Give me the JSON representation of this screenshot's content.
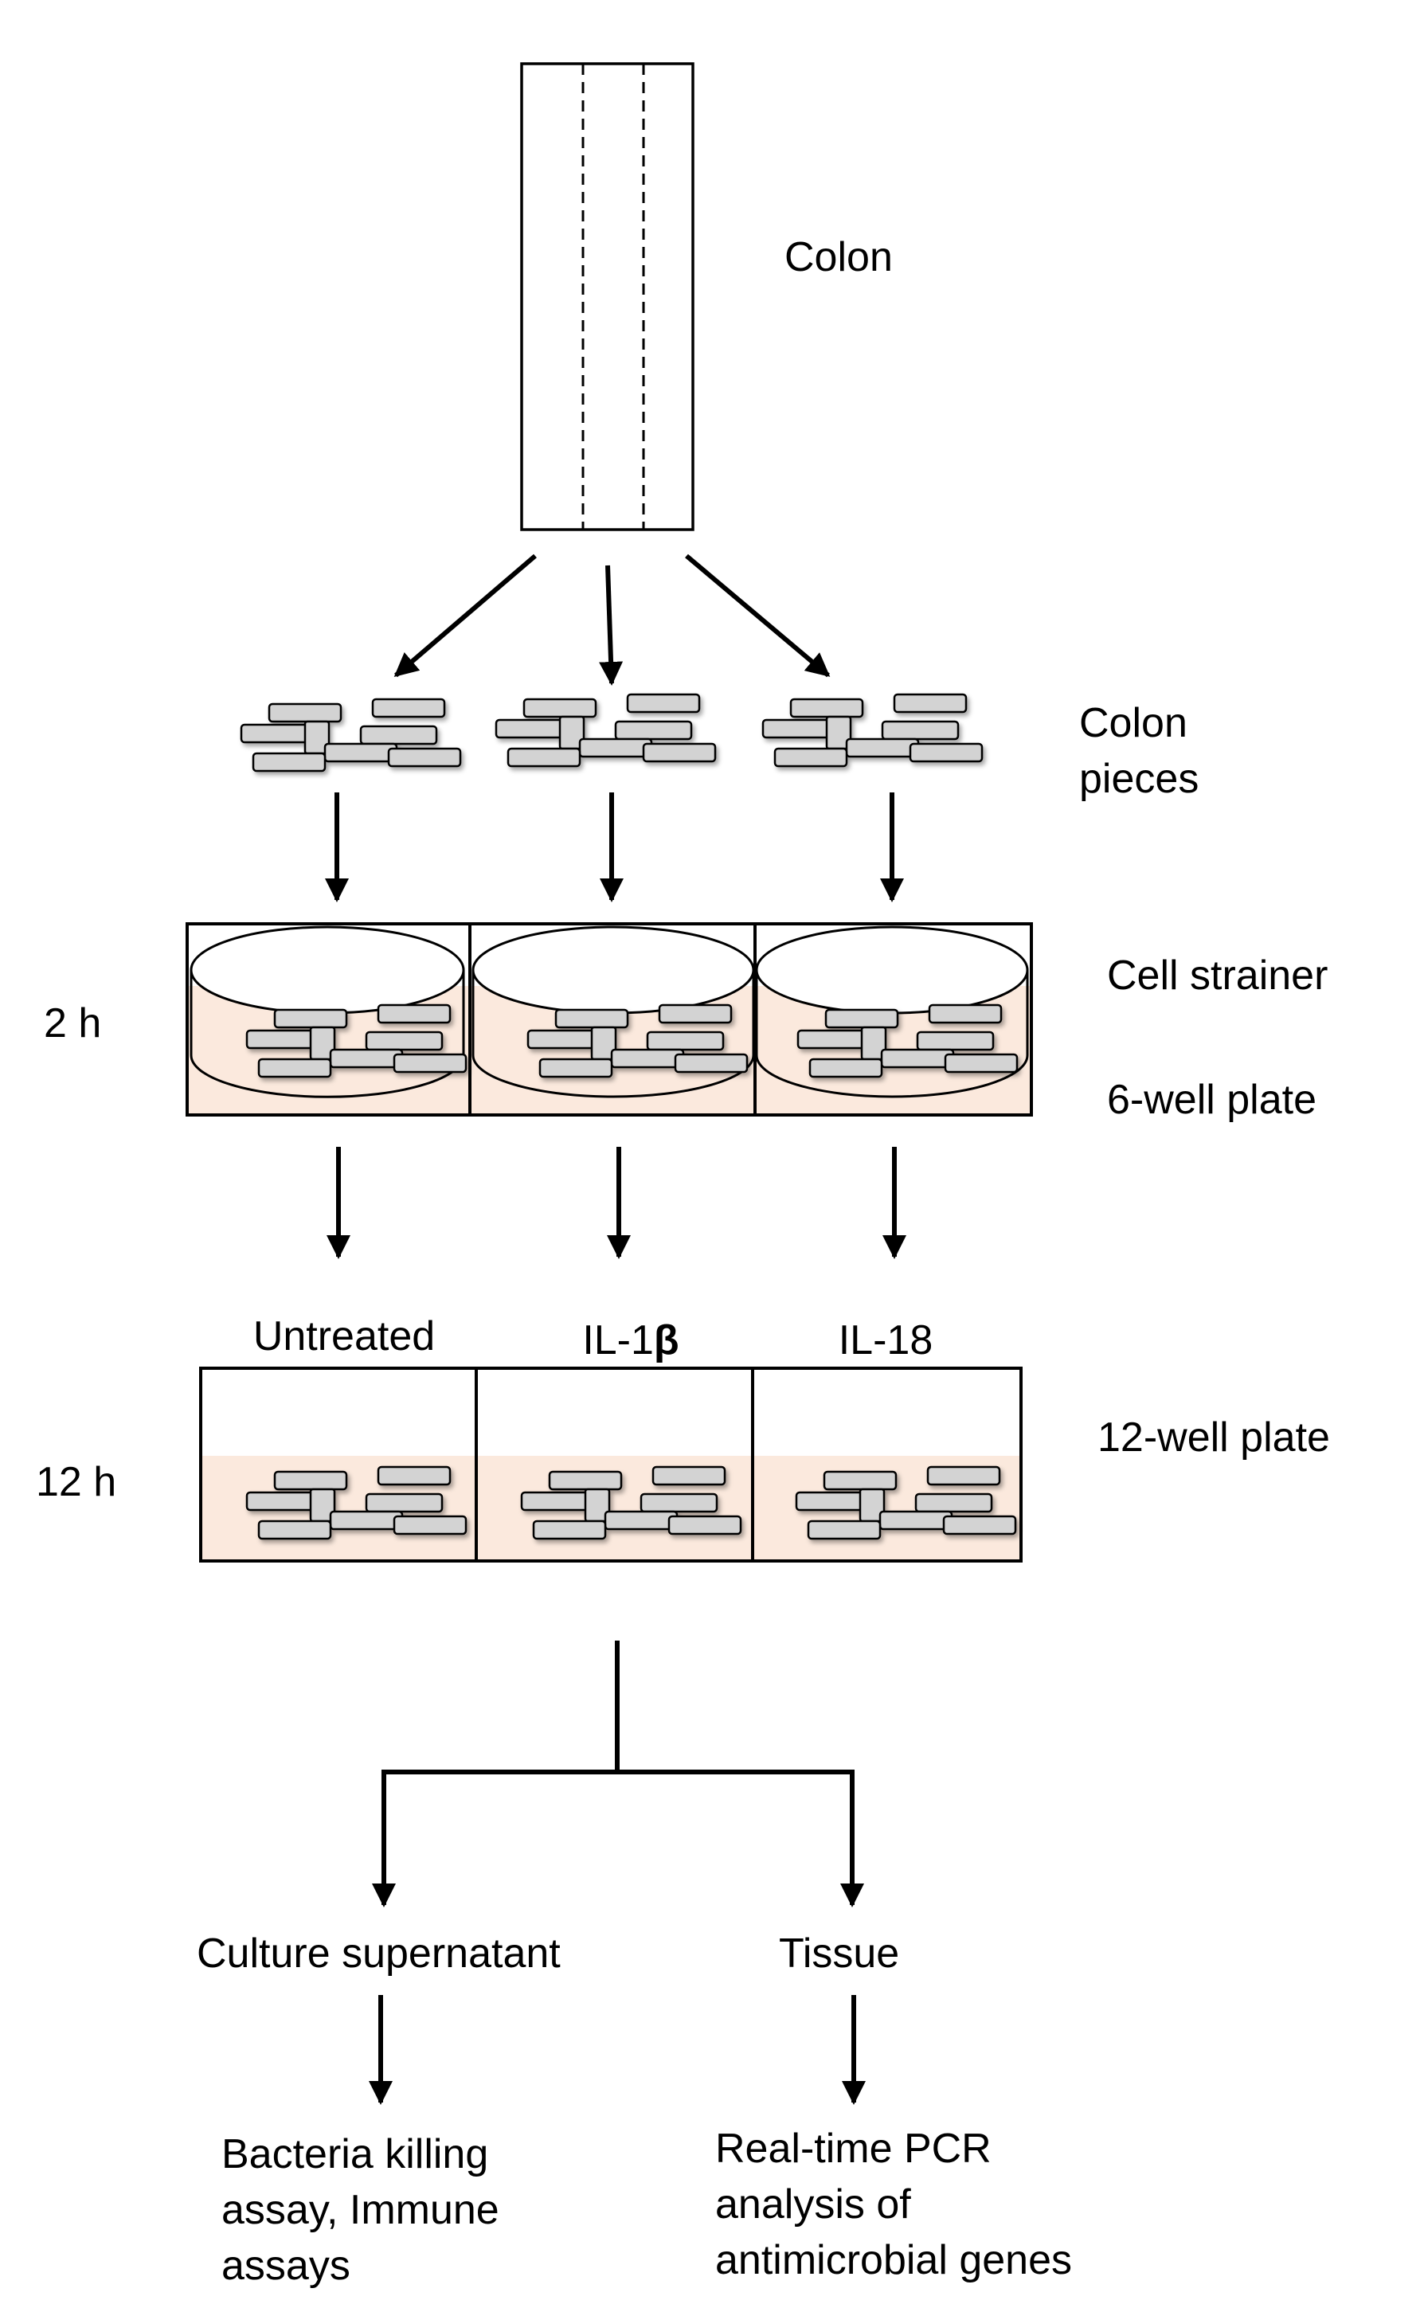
{
  "labels": {
    "colon": "Colon",
    "colon_pieces_line1": "Colon",
    "colon_pieces_line2": "pieces",
    "cell_strainer": "Cell strainer",
    "six_well_plate": "6-well plate",
    "time_2h": "2 h",
    "time_12h": "12 h",
    "twelve_well_plate": "12-well plate",
    "untreated": "Untreated",
    "il1b_prefix": "IL-1",
    "il1b_beta": "β",
    "il18": "IL-18",
    "culture_supernatant": "Culture supernatant",
    "tissue": "Tissue",
    "bacteria_line1": "Bacteria killing",
    "bacteria_line2": "assay, Immune",
    "bacteria_line3": "assays",
    "pcr_line1": "Real-time PCR",
    "pcr_line2": "analysis of",
    "pcr_line3": "antimicrobial genes"
  },
  "colors": {
    "medium": "#fbe9dd",
    "piece_fill": "#d3d3d3",
    "line": "#000000"
  }
}
